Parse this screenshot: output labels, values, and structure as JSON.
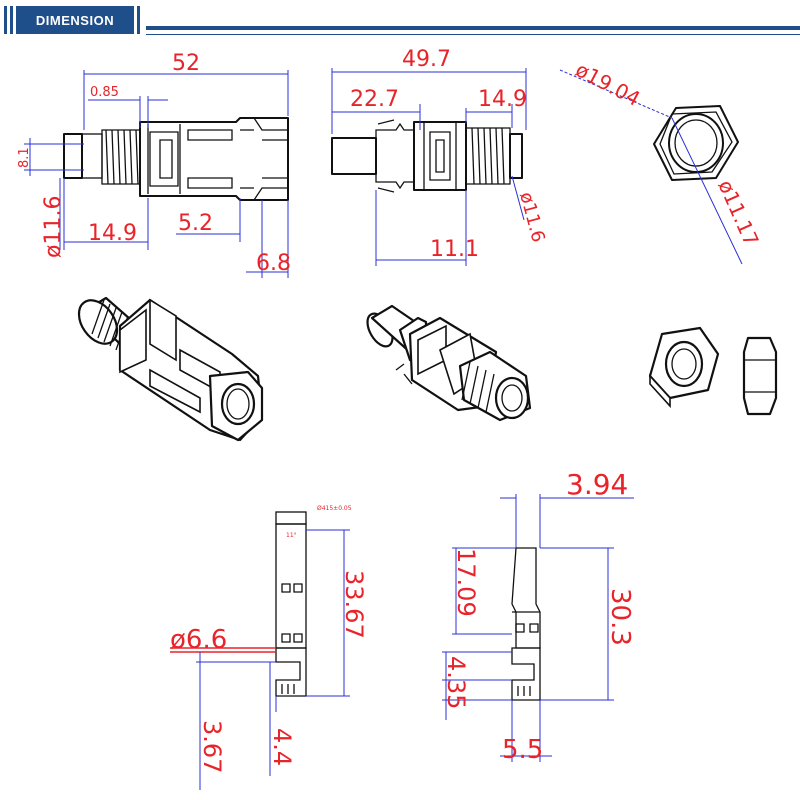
{
  "header": {
    "title": "DIMENSION",
    "accent_color": "#1f4f8a"
  },
  "colors": {
    "dimension_text": "#e8242a",
    "dimension_line": "#2b2fd6",
    "outline": "#111111"
  },
  "male_connector": {
    "overall_length": "52",
    "thread_step": "0.85",
    "height": "8.1",
    "diameter": "ø11.6",
    "thread_length": "14.9",
    "mid_length": "5.2",
    "tail_length": "6.8"
  },
  "female_connector": {
    "overall_length": "49.7",
    "pin_length": "22.7",
    "thread_length": "14.9",
    "body_length": "11.1",
    "diameter": "ø11.6"
  },
  "nut": {
    "outer_diameter": "ø19.04",
    "inner_diameter": "ø11.17"
  },
  "male_contact": {
    "tolerance_note": "Ø415±0.05",
    "angle_note": "11°",
    "length": "33.67",
    "diameter": "ø6.6",
    "crimp_length": "3.67",
    "crimp_height": "4.4"
  },
  "female_contact": {
    "pin_diameter": "3.94",
    "pin_length": "17.09",
    "length": "30.3",
    "crimp_height": "4.35",
    "crimp_width": "5.5"
  }
}
